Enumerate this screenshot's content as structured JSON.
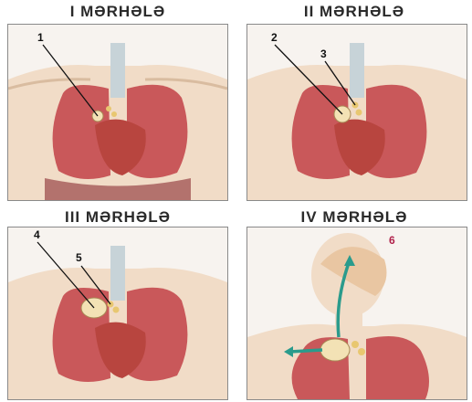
{
  "stages": [
    {
      "title": "I MƏRHƏLƏ",
      "labels": [
        "1"
      ]
    },
    {
      "title": "II MƏRHƏLƏ",
      "labels": [
        "2",
        "3"
      ]
    },
    {
      "title": "III MƏRHƏLƏ",
      "labels": [
        "4",
        "5"
      ]
    },
    {
      "title": "IV MƏRHƏLƏ",
      "labels": [
        "6"
      ]
    }
  ],
  "colors": {
    "lung": "#c9585a",
    "lung_dark": "#9e3339",
    "heart": "#b8453f",
    "skin": "#f1dcc7",
    "tumor": "#f3e2b5",
    "arrow": "#2a9b8c",
    "label_6": "#b0204a"
  }
}
